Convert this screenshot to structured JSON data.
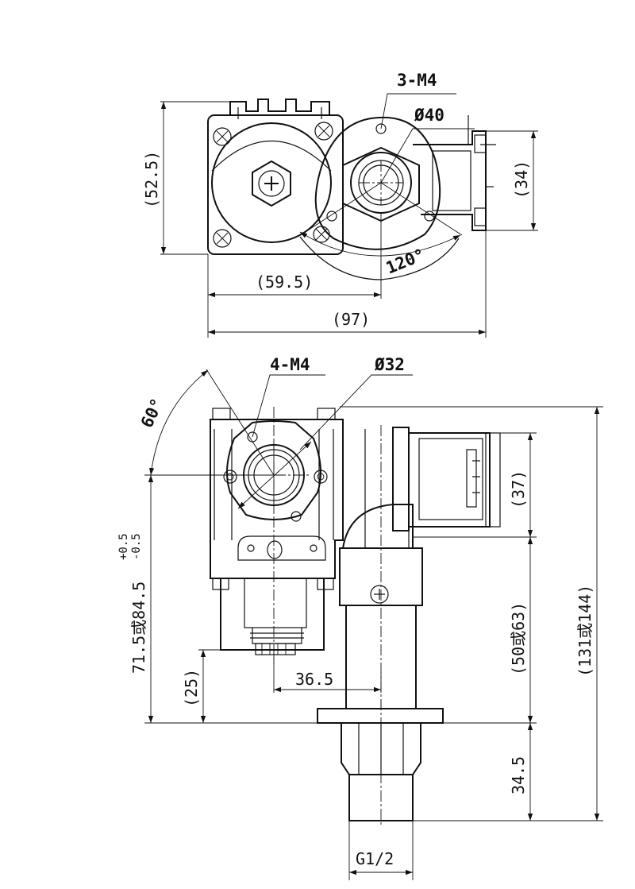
{
  "top_view": {
    "holes_label": "3-M4",
    "bore_label": "Ø40",
    "height_dim": "(52.5)",
    "solenoid_height_dim": "(34)",
    "width_dim_left": "(59.5)",
    "overall_width_dim": "(97)",
    "angle_label": "120°"
  },
  "front_view": {
    "holes_label": "4-M4",
    "bore_label": "Ø32",
    "angle_label": "60°",
    "height_dim_left": "71.5或84.5",
    "tol_plus": "+0.5",
    "tol_minus": "-0.5",
    "dim_25": "(25)",
    "dim_36_5": "36.5",
    "dim_37": "(37)",
    "dim_50_63": "(50或63)",
    "overall_height_dim": "(131或144)",
    "dim_34_5": "34.5",
    "thread_label": "G1/2"
  }
}
